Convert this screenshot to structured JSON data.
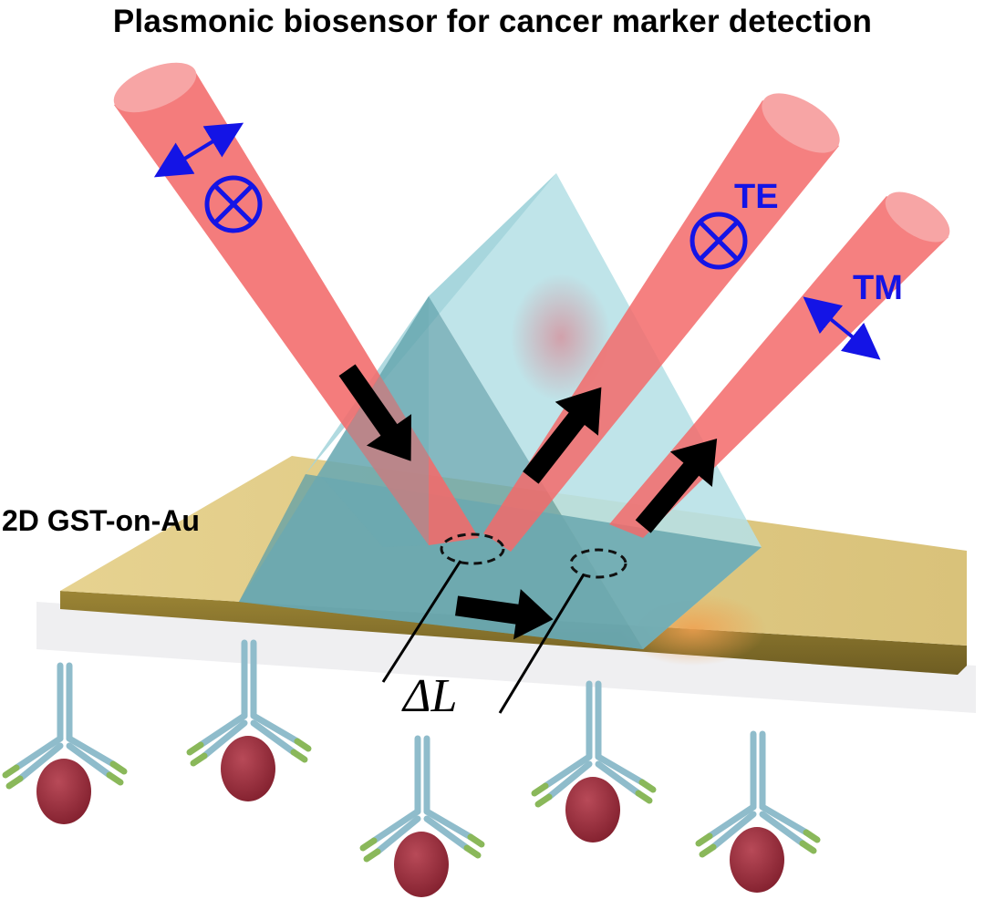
{
  "title": "Plasmonic biosensor for cancer marker detection",
  "labels": {
    "substrate": "2D GST-on-Au",
    "te": "TE",
    "tm": "TM",
    "delta_l": "ΔL"
  },
  "colors": {
    "beam": "#f36a6a",
    "beam_cap": "#f7a0a0",
    "prism": "#7ec8d2",
    "substrate_top": "#e2cd87",
    "substrate_side": "#8f7a30",
    "polarization": "#1414e6",
    "arrow": "#000000",
    "antibody": "#8fbccb",
    "antibody_tip": "#8ab85a",
    "antigen": "#9e2f3c"
  },
  "icons": {
    "incident_polarization": "circle-cross-icon",
    "te_polarization": "circle-cross-icon",
    "tm_polarization": "double-arrow-icon",
    "incident_inplane": "double-arrow-icon"
  }
}
